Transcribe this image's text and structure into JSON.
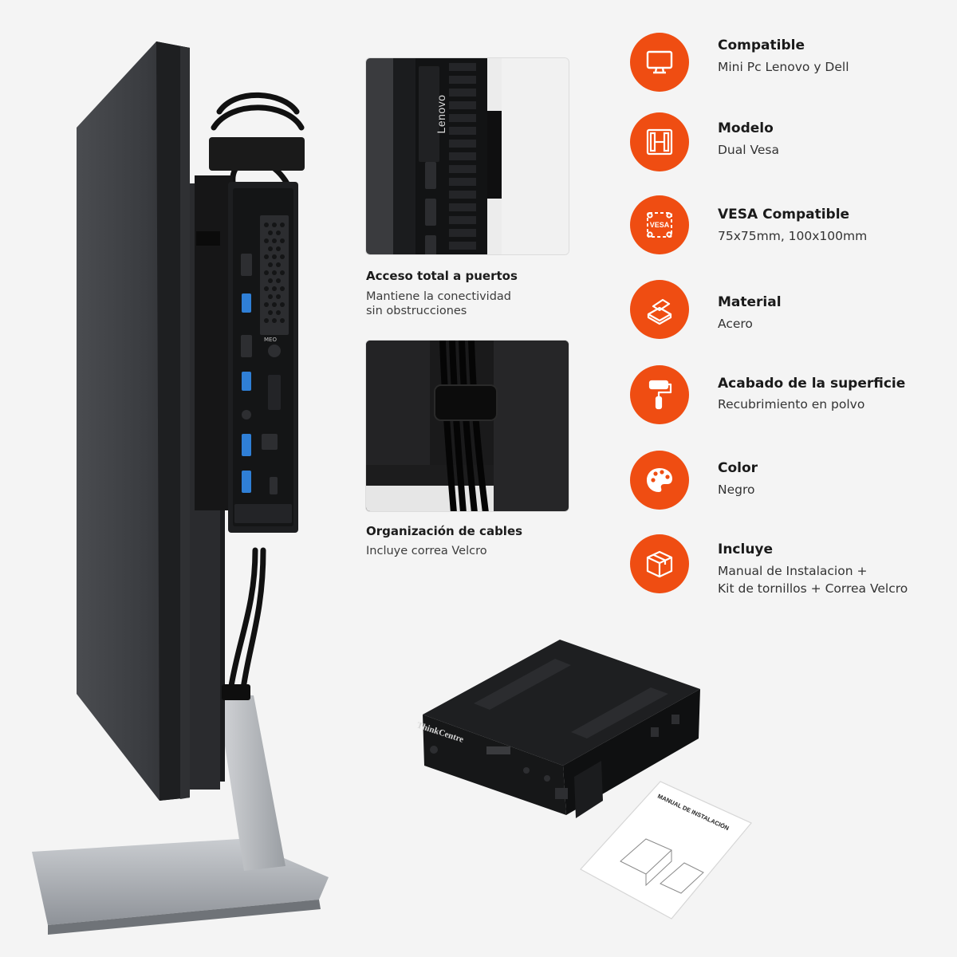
{
  "monitor_labels": {
    "port_tag": "MEO"
  },
  "photo_top": {
    "brand_label": "Lenovo",
    "title": "Acceso total a puertos",
    "description_line1": "Mantiene la conectividad",
    "description_line2": "sin obstrucciones"
  },
  "photo_bottom": {
    "title": "Organización de cables",
    "description": "Incluye correa Velcro"
  },
  "specs": [
    {
      "icon": "monitor-icon",
      "title": "Compatible",
      "value": "Mini Pc Lenovo y Dell"
    },
    {
      "icon": "dual-vesa-icon",
      "title": "Modelo",
      "value": "Dual Vesa"
    },
    {
      "icon": "vesa-icon",
      "title": "VESA Compatible",
      "value": "75x75mm, 100x100mm",
      "icon_text": "VESA"
    },
    {
      "icon": "steel-bars-icon",
      "title": "Material",
      "value": "Acero"
    },
    {
      "icon": "paint-roller-icon",
      "title": "Acabado de la superficie",
      "value": "Recubrimiento en polvo"
    },
    {
      "icon": "palette-icon",
      "title": "Color",
      "value": "Negro"
    },
    {
      "icon": "box-icon",
      "title": "Incluye",
      "value_line1": "Manual de Instalacion +",
      "value_line2": "Kit de tornillos + Correa Velcro"
    }
  ],
  "bracket": {
    "brand_label": "ThinkCentre",
    "manual_title": "MANUAL DE INSTALACIÓN"
  },
  "colors": {
    "accent": "#ef4d12",
    "background": "#f4f4f4",
    "text": "#1a1a1a"
  }
}
